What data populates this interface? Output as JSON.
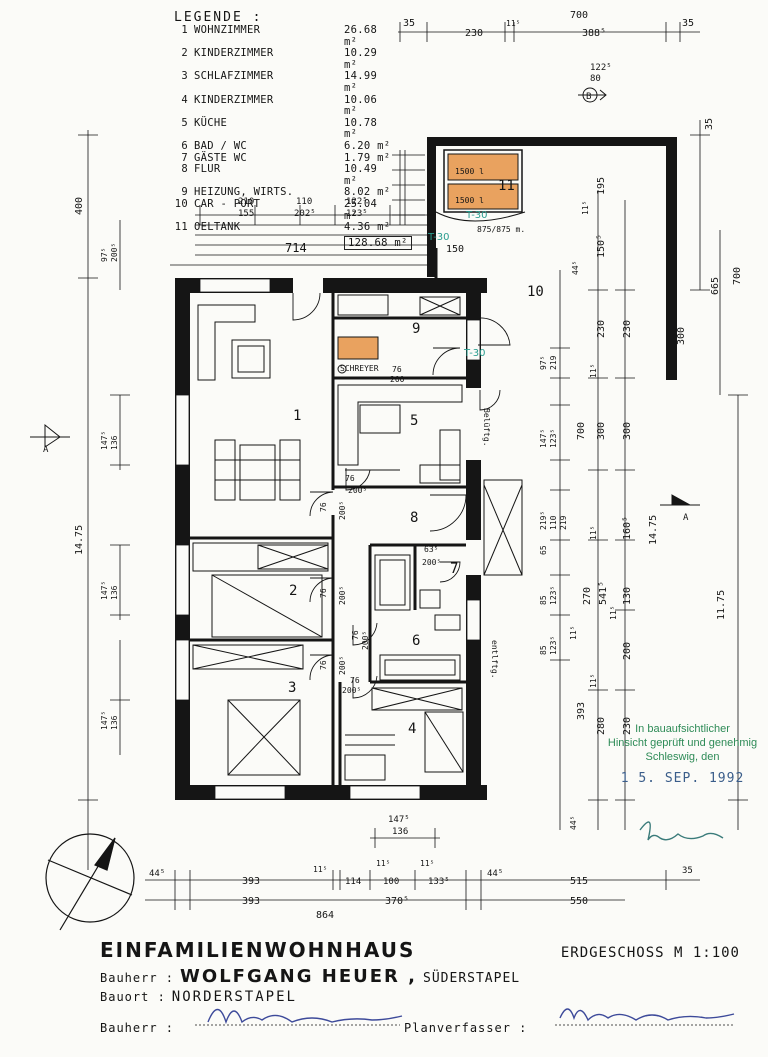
{
  "legend": {
    "title": "LEGENDE :",
    "items": [
      {
        "n": "1",
        "name": "WOHNZIMMER",
        "area": "26.68 m²"
      },
      {
        "n": "2",
        "name": "KINDERZIMMER",
        "area": "10.29 m²"
      },
      {
        "n": "3",
        "name": "SCHLAFZIMMER",
        "area": "14.99 m²"
      },
      {
        "n": "4",
        "name": "KINDERZIMMER",
        "area": "10.06 m²"
      },
      {
        "n": "5",
        "name": "KÜCHE",
        "area": "10.78 m²"
      },
      {
        "n": "6",
        "name": "BAD / WC",
        "area": "6.20 m²"
      },
      {
        "n": "7",
        "name": "GÄSTE WC",
        "area": "1.79 m²"
      },
      {
        "n": "8",
        "name": "FLUR",
        "area": "10.49 m²"
      },
      {
        "n": "9",
        "name": "HEIZUNG, WIRTS.",
        "area": "8.02 m²"
      },
      {
        "n": "10",
        "name": "CAR - PORT",
        "area": "25.04 m²"
      },
      {
        "n": "11",
        "name": "OELTANK",
        "area": "4.36 m²"
      }
    ],
    "total": "128.68 m²"
  },
  "rooms": {
    "r1": "1",
    "r2": "2",
    "r3": "3",
    "r4": "4",
    "r5": "5",
    "r6": "6",
    "r7": "7",
    "r8": "8",
    "r9": "9",
    "r10": "10",
    "r11": "11"
  },
  "labels": {
    "tank1": "1500 l",
    "tank2": "1500 l",
    "t30a": "T-30",
    "t30b": "T-30",
    "t30c": "T-30",
    "door_875": "875/875 m.",
    "schreyer": "SCHREYER",
    "b_lftg": "Belüftg.",
    "entlftg": "entlftg.",
    "d714": "714",
    "d150": "150",
    "sectA1": "A",
    "sectA2": "A",
    "north": "B"
  },
  "dims": {
    "top_35a": "35",
    "top_230": "230",
    "top_115": "11⁵",
    "top_700": "700",
    "top_3885": "388⁵",
    "top_35b": "35",
    "top_1225": "122⁵",
    "top_80": "80",
    "d210": "210",
    "d155": "155",
    "d110": "110",
    "d2025": "202⁵",
    "d1225": "122⁵",
    "d1235": "123⁵",
    "left_400": "400",
    "left_975": "97⁵",
    "left_2005": "200⁵",
    "left_1475a": "147⁵",
    "left_136a": "136",
    "left_1475b": "147⁵",
    "left_136b": "136",
    "left_1475c": "147⁵",
    "left_136c": "136",
    "left_1475": "14.75",
    "r_35": "35",
    "r_195": "195",
    "r_115a": "11⁵",
    "r_1505": "150⁵",
    "r_665": "665",
    "r_700a": "700",
    "r_445": "44⁵",
    "r_230a": "230",
    "r_230b": "230",
    "r_300a": "300",
    "r_975": "97⁵",
    "r_219a": "219",
    "r_115b": "11⁵",
    "r_1475": "147⁵",
    "r_1235": "123⁵",
    "r_700b": "700",
    "r_300b": "300",
    "r_300c": "300",
    "r_65": "65",
    "r_110": "110",
    "r_2195": "219⁵",
    "r_219b": "219",
    "r_115c": "11⁵",
    "r_1605": "160⁵",
    "r_1475b": "14.75",
    "r_1175": "11.75",
    "r_85a": "85",
    "r_1235b": "123⁵",
    "r_270": "270",
    "r_5415": "541⁵",
    "r_115d": "11⁵",
    "r_130": "130",
    "r_85b": "85",
    "r_1235c": "123⁵",
    "r_115e": "11⁵",
    "r_200": "200",
    "r_115f": "11⁵",
    "r_393": "393",
    "r_280": "280",
    "r_230c": "230",
    "r_445b": "44⁵",
    "door_76a": "76",
    "door_2005a": "200⁵",
    "door_76b": "76",
    "door_2005b": "200⁵",
    "door_76c": "76",
    "door_2005c": "200⁵",
    "door_76d": "76",
    "door_2005d": "200⁵",
    "door_76e": "76",
    "door_2005e": "200⁵",
    "door_76f": "76",
    "door_2005f": "200⁵",
    "door_76g": "76",
    "door_2005g": "200⁵",
    "door_635": "63⁵",
    "door_2005h": "200⁵",
    "bot_1475": "147⁵",
    "bot_136": "136",
    "bot_445a": "44⁵",
    "bot_393a": "393",
    "bot_115a": "11⁵",
    "bot_114": "114",
    "bot_115b": "11⁵",
    "bot_100": "100",
    "bot_115c": "11⁵",
    "bot_1335": "133⁵",
    "bot_445b": "44⁵",
    "bot_515": "515",
    "bot_35": "35",
    "bot_393b": "393",
    "bot_3705": "370⁵",
    "bot_550": "550",
    "bot_864": "864"
  },
  "title": {
    "main": "EINFAMILIENWOHNHAUS",
    "floor": "ERDGESCHOSS  M 1:100",
    "bauherr_label": "Bauherr :",
    "bauherr": "WOLFGANG HEUER ,",
    "ort_short": "SÜDERSTAPEL",
    "bauort_label": "Bauort :",
    "bauort": "NORDERSTAPEL",
    "bauherr2_label": "Bauherr :",
    "planverfasser_label": "Planverfasser :"
  },
  "stamp": {
    "line1": "In bauaufsichtlicher",
    "line2": "Hinsicht geprüft und genehmig",
    "line3": "Schleswig, den",
    "date": "1 5. SEP. 1992"
  },
  "colors": {
    "ink": "#151515",
    "stamp": "#2e8b57",
    "orange": "#e9a25f",
    "pen_blue": "#3d4a9a",
    "teal": "#2a9d8f"
  }
}
